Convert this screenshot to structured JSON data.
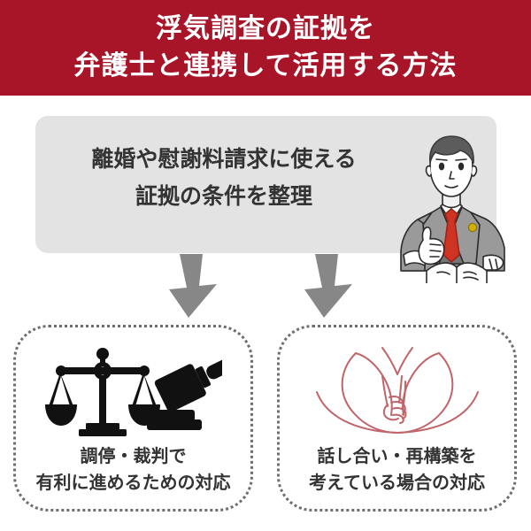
{
  "banner": {
    "line1": "浮気調査の証拠を",
    "line2": "弁護士と連携して活用する方法",
    "background_color": "#a81428",
    "text_color": "#ffffff"
  },
  "panel": {
    "line1": "離婚や慰謝料請求に使える",
    "line2": "証拠の条件を整理",
    "background_color": "#e3e3e3",
    "text_color": "#333333",
    "illustration": "lawyer-thumbs-up-with-book-illustration"
  },
  "arrows": {
    "color": "#878787",
    "left_label": "down-arrow-to-left-card",
    "right_label": "down-arrow-to-right-card"
  },
  "cards": [
    {
      "icon": "scales-of-justice-and-gavel-icon",
      "icon_color": "#111111",
      "caption_line1": "調停・裁判で",
      "caption_line2": "有利に進めるための対応",
      "border_color": "#6e6e6e"
    },
    {
      "icon": "clasped-hands-heart-icon",
      "icon_color": "#c0656a",
      "caption_line1": "話し合い・再構築を",
      "caption_line2": "考えている場合の対応",
      "border_color": "#6e6e6e"
    }
  ]
}
